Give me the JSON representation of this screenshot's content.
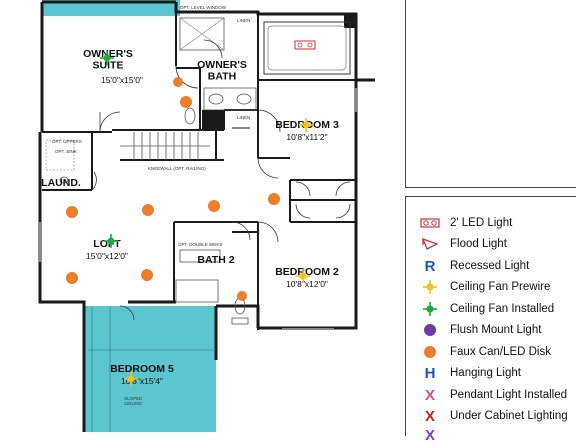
{
  "rooms": {
    "owners_suite": {
      "name": "OWNER'S\nSUITE",
      "dim": "15'0\"x15'0\""
    },
    "owners_bath": {
      "name": "OWNER'S\nBATH"
    },
    "bedroom3": {
      "name": "BEDROOM 3",
      "dim": "10'8\"x11'2\""
    },
    "bedroom2": {
      "name": "BEDROOM 2",
      "dim": "10'8\"x12'0\""
    },
    "loft": {
      "name": "LOFT",
      "dim": "15'0\"x12'0\""
    },
    "bath2": {
      "name": "BATH 2"
    },
    "laundry": {
      "name": "LAUND."
    },
    "bedroom5": {
      "name": "BEDROOM 5",
      "dim": "10'8\"x15'4\""
    }
  },
  "notes": {
    "linen_top": "LINEN",
    "linen_mid": "LINEN",
    "window_note": "OPT. LEVEL WINDOW",
    "opt_uppers": "OPT. UPPERS",
    "opt_sink": "OPT. SINK",
    "knee_wall": "KNEEWALL (OPT. RAILING)",
    "opt_double_sinks": "OPT. DOUBLE SINKS",
    "sloped_ceiling": "SLOPED\nCEILING"
  },
  "colors": {
    "wall": "#1a1a1a",
    "teal_fill": "#5bc6cf",
    "led_red": "#c8303a",
    "recessed_blue": "#1f57b8",
    "fan_prewire": "#f2c21b",
    "fan_installed": "#1faa3a",
    "flush_purple": "#6a3ea1",
    "faux_can_orange": "#ee7d2c",
    "hanging_blue": "#1f57b8",
    "pendant_pink": "#e0479a",
    "under_cabinet_red": "#d21a1a"
  },
  "legend": {
    "items": [
      {
        "icon": "led-light-icon",
        "label": "2' LED Light"
      },
      {
        "icon": "flood-light-icon",
        "label": "Flood Light"
      },
      {
        "icon": "recessed-light-icon",
        "label": "Recessed Light"
      },
      {
        "icon": "ceiling-fan-prewire-icon",
        "label": "Ceiling Fan Prewire"
      },
      {
        "icon": "ceiling-fan-installed-icon",
        "label": "Ceiling Fan Installed"
      },
      {
        "icon": "flush-mount-light-icon",
        "label": "Flush Mount Light"
      },
      {
        "icon": "faux-can-icon",
        "label": "Faux Can/LED Disk"
      },
      {
        "icon": "hanging-light-icon",
        "label": "Hanging Light"
      },
      {
        "icon": "pendant-light-icon",
        "label": "Pendant Light Installed"
      },
      {
        "icon": "under-cabinet-icon",
        "label": "Under Cabinet Lighting"
      }
    ],
    "glyphs": {
      "recessed": "R",
      "hanging": "H",
      "pendant": "X",
      "under_cabinet": "X",
      "partial": "X"
    }
  }
}
